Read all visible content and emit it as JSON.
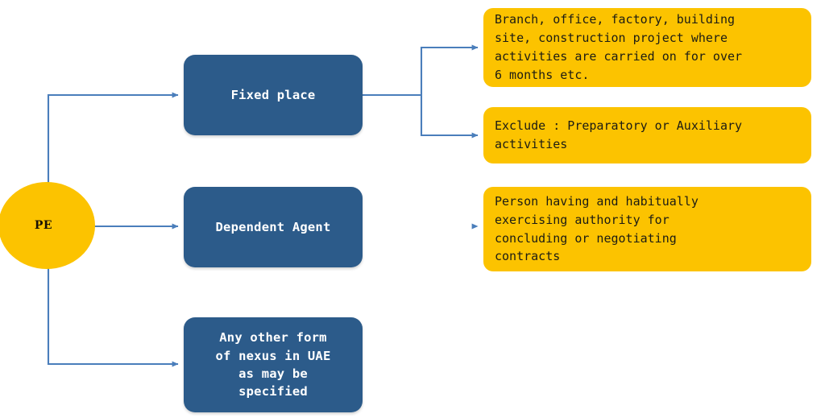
{
  "diagram": {
    "title": "PE (Permanent Establishment) nexus diagram",
    "colors": {
      "accent_yellow": "#FCC300",
      "accent_blue": "#2C5B8A",
      "connector_blue": "#4A7EBB",
      "text_dark": "#1c1c14",
      "text_light": "#ffffff",
      "background": "#ffffff"
    }
  },
  "root": {
    "label": "PE",
    "shape": "circle"
  },
  "branches": [
    {
      "id": "fixed-place",
      "label": "Fixed place",
      "details": [
        {
          "id": "fixed-detail",
          "label": "Branch, office, factory, building\nsite, construction project where\nactivities are carried on for over\n6 months etc."
        },
        {
          "id": "fixed-exclude",
          "label": "Exclude : Preparatory or Auxiliary\nactivities"
        }
      ]
    },
    {
      "id": "dependent-agent",
      "label": "Dependent Agent",
      "details": [
        {
          "id": "agent-detail",
          "label": "Person having and habitually\nexercising authority for\nconcluding or negotiating\ncontracts"
        }
      ]
    },
    {
      "id": "other-nexus",
      "label": "Any other form\nof nexus in UAE\nas may be\nspecified",
      "details": []
    }
  ],
  "connectors": [
    {
      "id": "pe-to-fixed-place",
      "from": "PE",
      "to": "Fixed place",
      "arrow": true
    },
    {
      "id": "pe-to-dependent-agent",
      "from": "PE",
      "to": "Dependent Agent",
      "arrow": true
    },
    {
      "id": "pe-to-other-nexus",
      "from": "PE",
      "to": "Any other form of nexus in UAE as may be specified",
      "arrow": true
    },
    {
      "id": "fixed-place-to-detail",
      "from": "Fixed place",
      "to": "fixed-detail",
      "arrow": true
    },
    {
      "id": "fixed-place-to-exclude",
      "from": "Fixed place",
      "to": "fixed-exclude",
      "arrow": true
    },
    {
      "id": "agent-to-detail",
      "from": "Dependent Agent",
      "to": "agent-detail",
      "arrow": true
    }
  ]
}
